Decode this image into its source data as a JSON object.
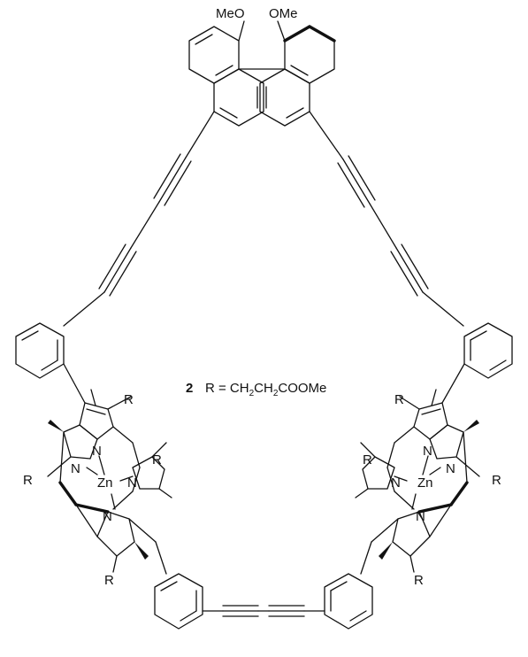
{
  "compound": {
    "number": "2",
    "caption_prefix": "R = CH",
    "caption_sub_1": "2",
    "caption_mid": "CH",
    "caption_sub_2": "2",
    "caption_suffix": "COOMe"
  },
  "atoms": {
    "methoxy_left": "MeO",
    "methoxy_right": "OMe",
    "nitrogen": "N",
    "zinc": "Zn",
    "r_group": "R"
  },
  "colors": {
    "ink": "#111111",
    "background": "#ffffff"
  }
}
